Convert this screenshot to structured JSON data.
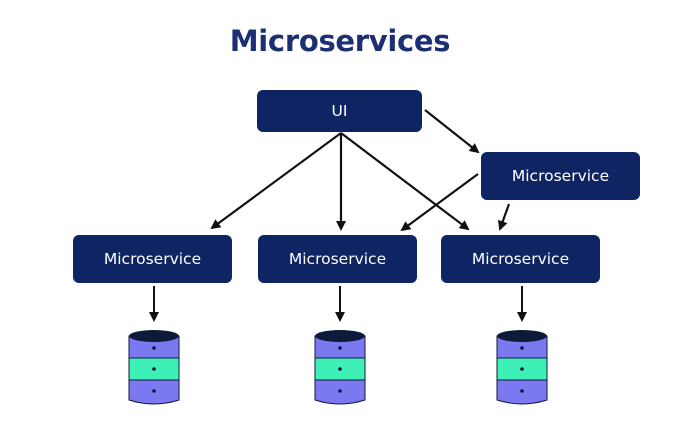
{
  "title": "Microservices",
  "nodes": {
    "ui": "UI",
    "ms_right": "Microservice",
    "ms_left": "Microservice",
    "ms_center": "Microservice",
    "ms_bottom_right": "Microservice"
  },
  "databases": [
    "database",
    "database",
    "database"
  ],
  "colors": {
    "title": "#1c2f73",
    "node_bg": "#0f2463",
    "node_text": "#ffffff",
    "db_purple": "#7b78f0",
    "db_teal": "#3ef0b5",
    "db_outline": "#0e1a3a",
    "arrow": "#111111"
  }
}
